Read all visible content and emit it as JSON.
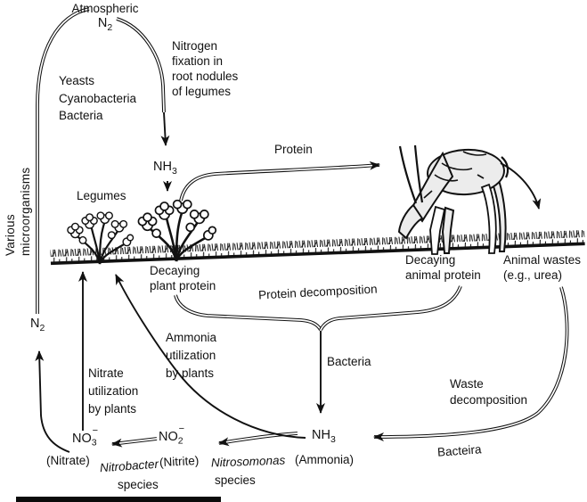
{
  "labels": {
    "atmospheric": "Atmospheric",
    "various": [
      "Various",
      "microorganisms"
    ],
    "nitrogen_fixation": [
      "Nitrogen",
      "fixation in",
      "root nodules",
      "of legumes"
    ],
    "fixers": [
      "Yeasts",
      "Cyanobacteria",
      "Bacteria"
    ],
    "legumes": "Legumes",
    "protein": "Protein",
    "decaying_plant": [
      "Decaying",
      "plant protein"
    ],
    "protein_decomposition": "Protein decomposition",
    "ammonia_utilization": [
      "Ammonia",
      "utilization",
      "by plants"
    ],
    "nitrate_utilization": [
      "Nitrate",
      "utilization",
      "by plants"
    ],
    "bacteria": "Bacteria",
    "decaying_animal": [
      "Decaying",
      "animal protein"
    ],
    "animal_wastes": [
      "Animal wastes",
      "(e.g., urea)"
    ],
    "waste_decomposition": [
      "Waste",
      "decomposition"
    ],
    "bacteira": "Bacteira",
    "ammonia_paren": "(Ammonia)",
    "nitrite_paren": "(Nitrite)",
    "nitrate_paren": "(Nitrate)",
    "nitrosomonas": [
      "Nitrosomonas",
      "species"
    ],
    "nitrobacter": [
      "Nitrobacter",
      "species"
    ]
  },
  "chemicals": {
    "n2_top": {
      "base": "N",
      "sub": "2"
    },
    "n2_left": {
      "base": "N",
      "sub": "2"
    },
    "nh3_top": {
      "base": "NH",
      "sub": "3"
    },
    "nh3_bottom": {
      "base": "NH",
      "sub": "3"
    },
    "no2": {
      "base": "NO",
      "sub": "2",
      "sup": "−"
    },
    "no3": {
      "base": "NO",
      "sub": "3",
      "sup": "−"
    }
  },
  "colors": {
    "ink": "#111111",
    "paper": "#ffffff",
    "deer_fill": "#ececec"
  }
}
